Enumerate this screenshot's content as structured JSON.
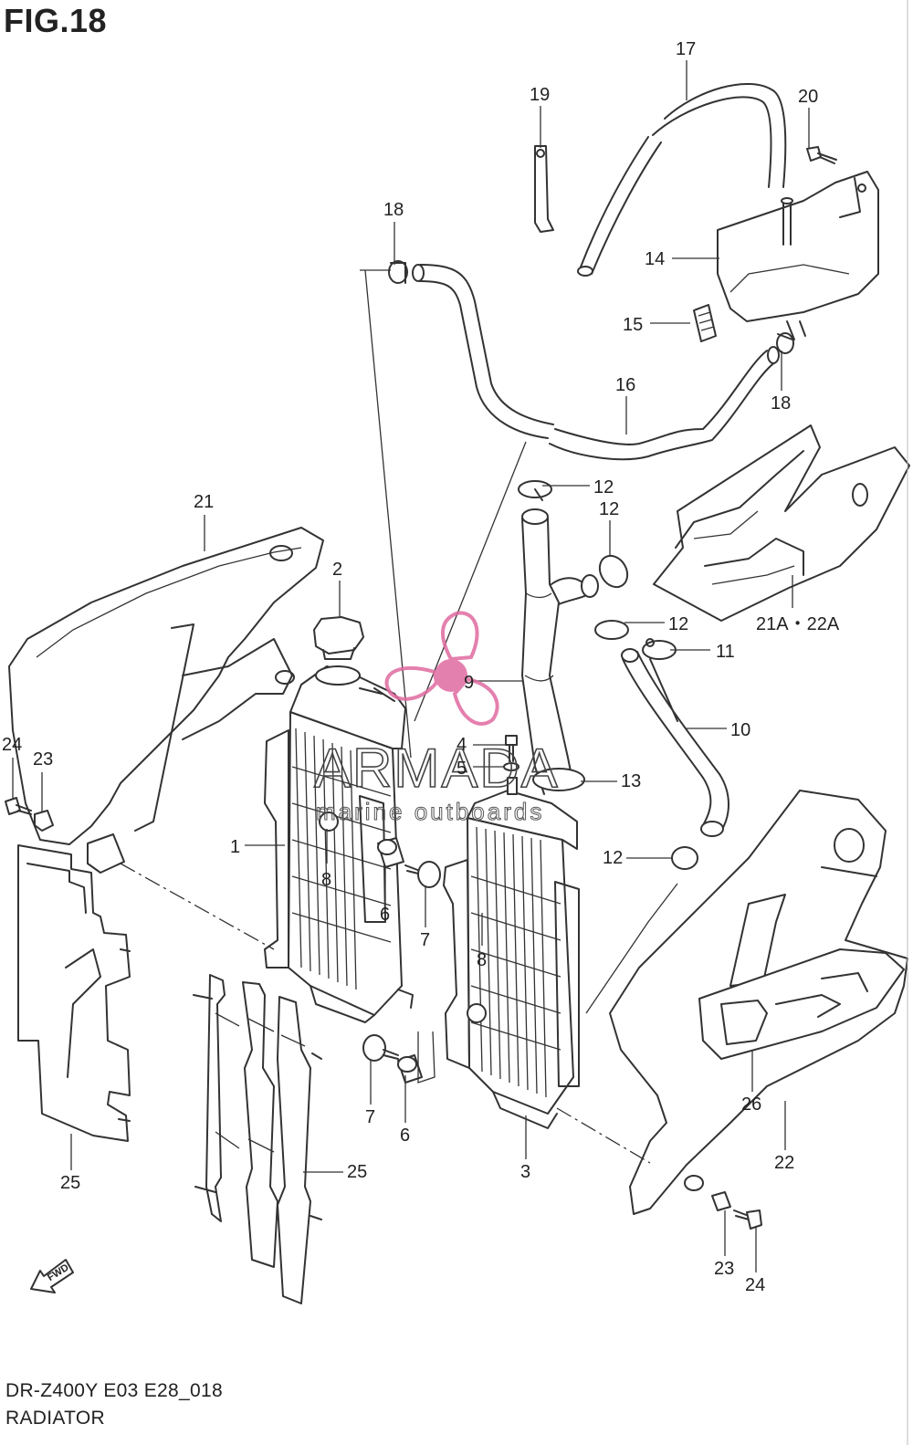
{
  "figure": {
    "title": "FIG.18",
    "model_code": "DR-Z400Y E03 E28_018",
    "section_name": "RADIATOR"
  },
  "watermark": {
    "brand": "ARMADA",
    "tagline": "marine outboards",
    "logo_color": "#e06aa0"
  },
  "callouts": [
    "17",
    "19",
    "20",
    "18",
    "14",
    "15",
    "16",
    "18",
    "12",
    "12",
    "21",
    "2",
    "12",
    "11",
    "21A・22A",
    "9",
    "4",
    "5",
    "10",
    "13",
    "24",
    "23",
    "1",
    "8",
    "6",
    "7",
    "12",
    "8",
    "25",
    "25",
    "7",
    "6",
    "3",
    "26",
    "22",
    "23",
    "24"
  ],
  "fwd_mark": "FWD",
  "colors": {
    "line": "#333333",
    "background": "#ffffff",
    "watermark_pink": "#e06aa0"
  }
}
